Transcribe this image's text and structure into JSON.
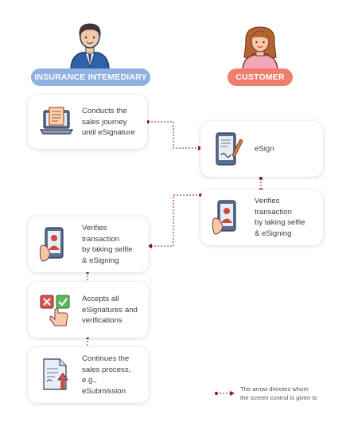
{
  "roles": {
    "intermediary": {
      "label": "INSURANCE INTEMEDIARY",
      "color": "#8fb1e3"
    },
    "customer": {
      "label": "CUSTOMER",
      "color": "#ef7f6d"
    }
  },
  "steps": {
    "conduct_journey": {
      "text": "Conducts the\nsales journey\nuntil eSignature",
      "icon": "laptop-document-icon"
    },
    "esign": {
      "text": "eSign",
      "icon": "tablet-pen-icon"
    },
    "customer_verify": {
      "text": "Verifies transaction\nby taking selfie\n& eSigning",
      "icon": "phone-selfie-icon"
    },
    "agent_verify": {
      "text": "Verifies transaction\nby taking selfie\n& eSigning",
      "icon": "phone-selfie-icon"
    },
    "accept_all": {
      "text": "Accepts all\neSignatures and\nverifications",
      "icon": "approve-reject-hand-icon"
    },
    "continue_process": {
      "text": "Continues the\nsales process,\ne.g., eSubmission",
      "icon": "document-upload-icon"
    }
  },
  "legend": {
    "text": "The arrow denotes whom\nthe screen control is given to"
  },
  "colors": {
    "arrow": "#8b1a2b",
    "card_shadow": "#d9d9d9"
  }
}
